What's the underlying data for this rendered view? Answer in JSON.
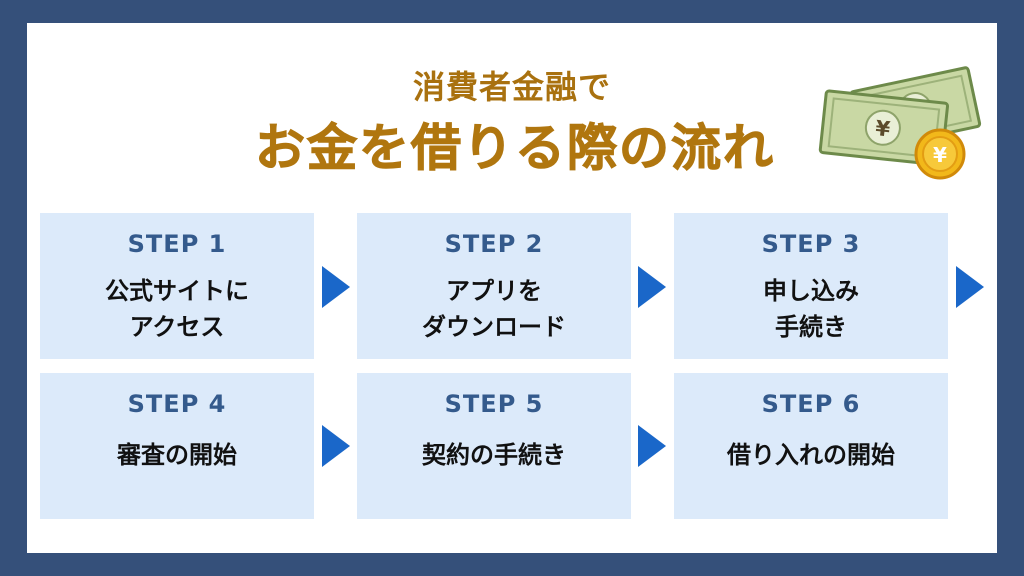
{
  "header": {
    "subtitle": "消費者金融で",
    "title": "お金を借りる際の流れ"
  },
  "illustration": {
    "icon": "yen-money-icon",
    "symbol": "¥"
  },
  "steps": [
    {
      "label": "STEP 1",
      "text": "公式サイトに\nアクセス"
    },
    {
      "label": "STEP 2",
      "text": "アプリを\nダウンロード"
    },
    {
      "label": "STEP 3",
      "text": "申し込み\n手続き"
    },
    {
      "label": "STEP 4",
      "text": "審査の開始"
    },
    {
      "label": "STEP 5",
      "text": "契約の手続き"
    },
    {
      "label": "STEP 6",
      "text": "借り入れの開始"
    }
  ],
  "colors": {
    "background": "#35507a",
    "title": "#b0760f",
    "step_box": "#dceafa",
    "step_label": "#345a8c",
    "arrow": "#1a67c9"
  }
}
